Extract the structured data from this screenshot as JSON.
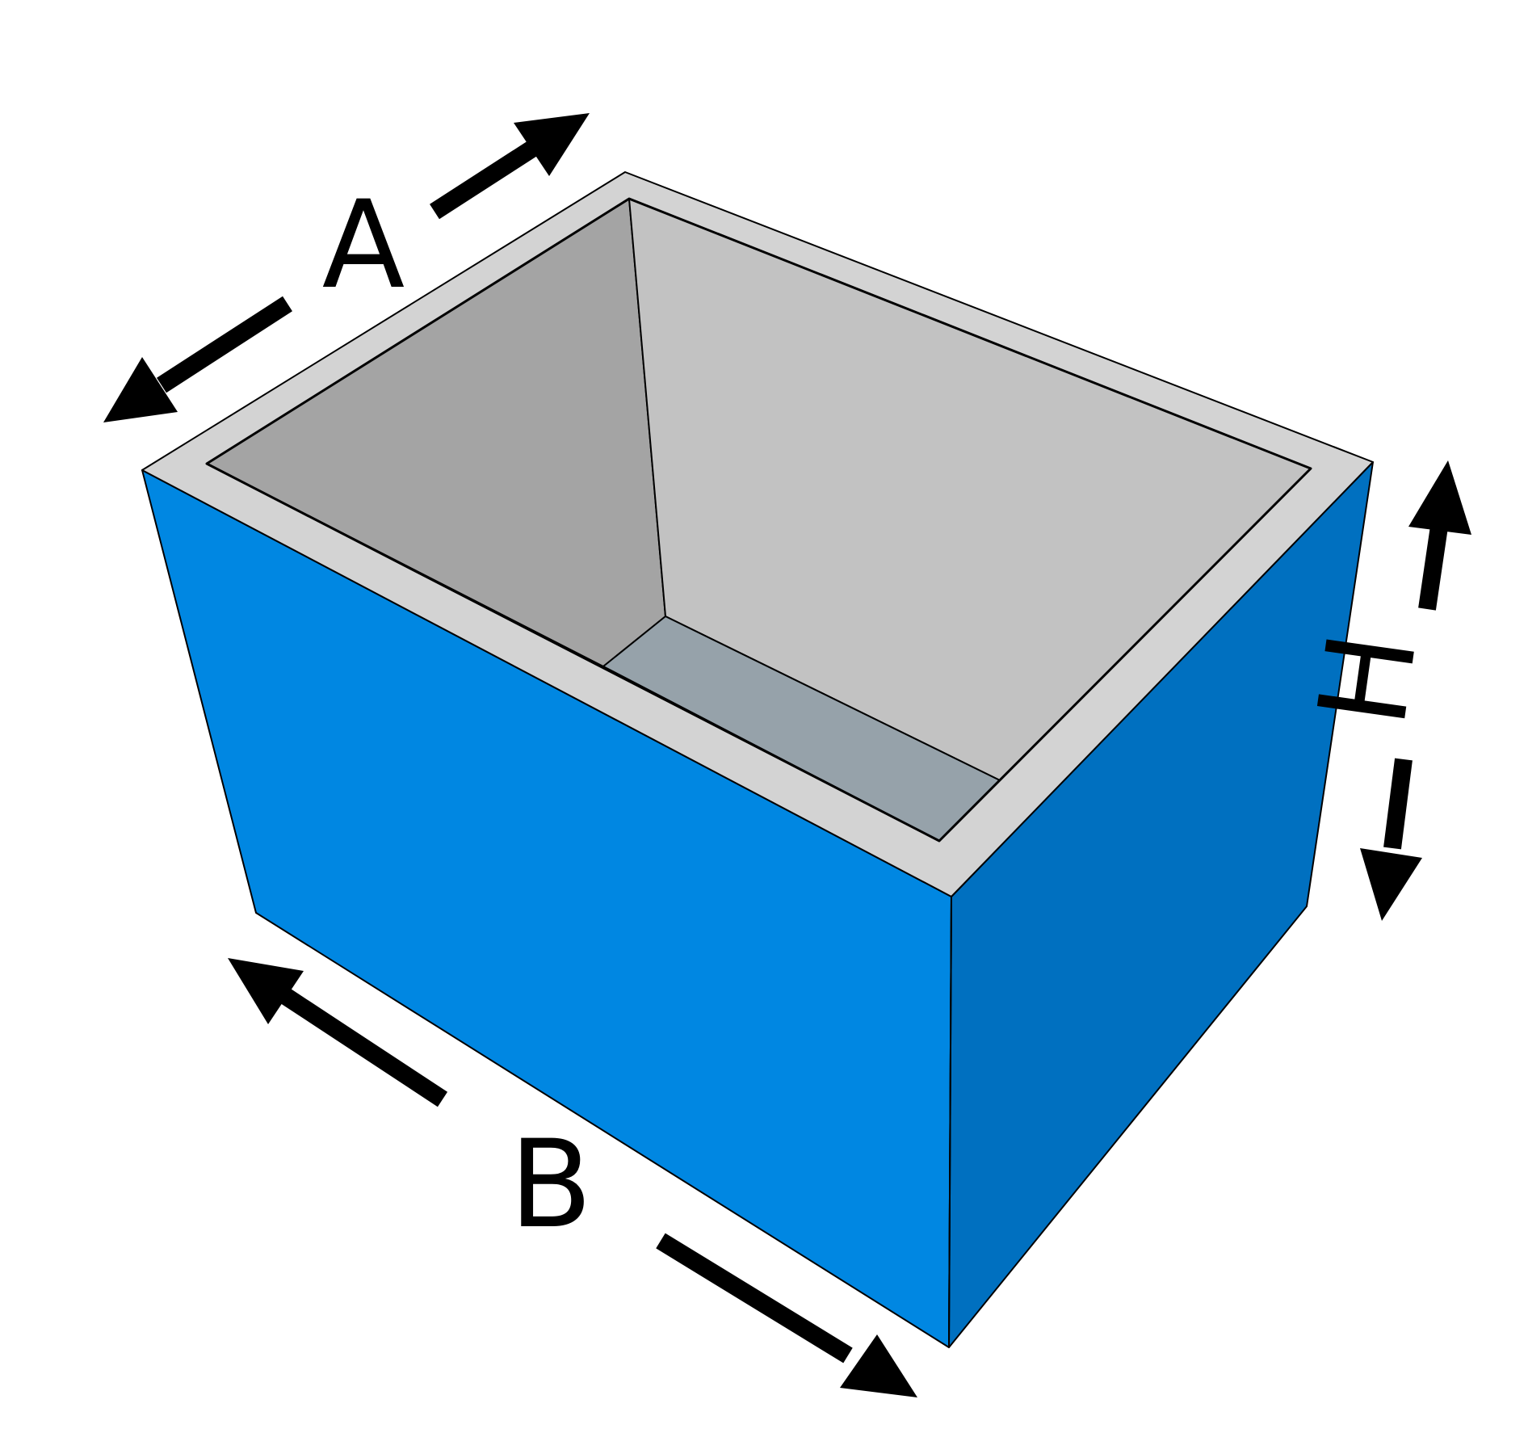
{
  "diagram": {
    "labels": {
      "a": "A",
      "b": "B",
      "h": "H"
    },
    "colors": {
      "front_face": "#0087e2",
      "right_face": "#0070c0",
      "rim": "#d3d3d3",
      "inner_left_wall": "#a4a4a4",
      "inner_back_wall": "#c2c2c2",
      "inner_floor": "#96a2aa",
      "outline": "#000000",
      "arrow": "#000000",
      "label": "#000000"
    }
  }
}
